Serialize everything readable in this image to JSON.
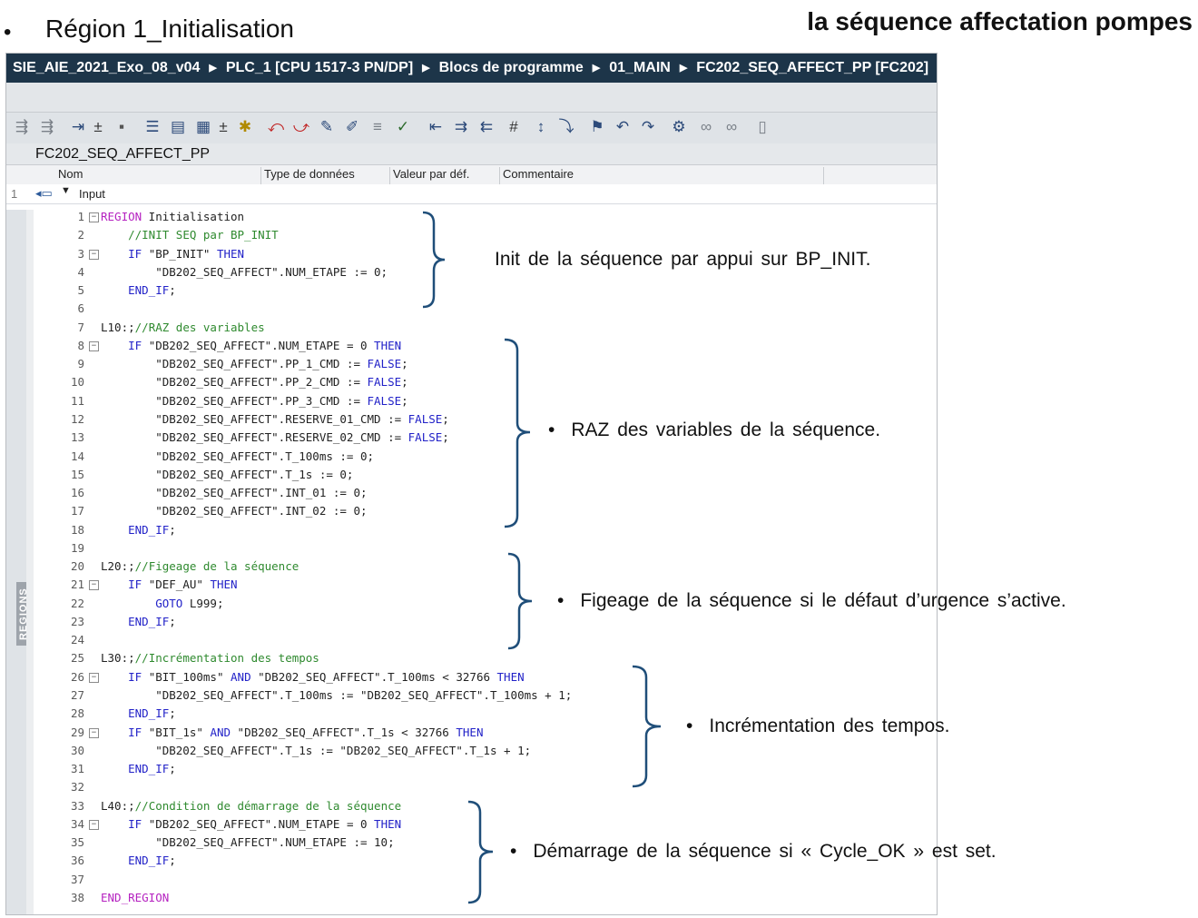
{
  "slide": {
    "bullet": "•",
    "heading": "Région 1_Initialisation",
    "title": "la séquence affectation pompes"
  },
  "breadcrumb": [
    "SIE_AIE_2021_Exo_08_v04",
    "PLC_1 [CPU 1517-3 PN/DP]",
    "Blocs de programme",
    "01_MAIN",
    "FC202_SEQ_AFFECT_PP [FC202]"
  ],
  "block_name": "FC202_SEQ_AFFECT_PP",
  "columns": {
    "name": "Nom",
    "type": "Type de données",
    "default": "Valeur par déf.",
    "comment": "Commentaire"
  },
  "input_row": {
    "index": "1",
    "label": "Input"
  },
  "regions_tab": "REGIONS",
  "code_lines": [
    {
      "n": "1",
      "fold": "−",
      "text": "REGION Initialisation"
    },
    {
      "n": "2",
      "text": "    //INIT SEQ par BP_INIT"
    },
    {
      "n": "3",
      "fold": "−",
      "text": "    IF \"BP_INIT\" THEN"
    },
    {
      "n": "4",
      "text": "        \"DB202_SEQ_AFFECT\".NUM_ETAPE := 0;"
    },
    {
      "n": "5",
      "text": "    END_IF;"
    },
    {
      "n": "6",
      "text": ""
    },
    {
      "n": "7",
      "text": "L10:;//RAZ des variables"
    },
    {
      "n": "8",
      "fold": "−",
      "text": "    IF \"DB202_SEQ_AFFECT\".NUM_ETAPE = 0 THEN"
    },
    {
      "n": "9",
      "text": "        \"DB202_SEQ_AFFECT\".PP_1_CMD := FALSE;"
    },
    {
      "n": "10",
      "text": "        \"DB202_SEQ_AFFECT\".PP_2_CMD := FALSE;"
    },
    {
      "n": "11",
      "text": "        \"DB202_SEQ_AFFECT\".PP_3_CMD := FALSE;"
    },
    {
      "n": "12",
      "text": "        \"DB202_SEQ_AFFECT\".RESERVE_01_CMD := FALSE;"
    },
    {
      "n": "13",
      "text": "        \"DB202_SEQ_AFFECT\".RESERVE_02_CMD := FALSE;"
    },
    {
      "n": "14",
      "text": "        \"DB202_SEQ_AFFECT\".T_100ms := 0;"
    },
    {
      "n": "15",
      "text": "        \"DB202_SEQ_AFFECT\".T_1s := 0;"
    },
    {
      "n": "16",
      "text": "        \"DB202_SEQ_AFFECT\".INT_01 := 0;"
    },
    {
      "n": "17",
      "text": "        \"DB202_SEQ_AFFECT\".INT_02 := 0;"
    },
    {
      "n": "18",
      "text": "    END_IF;"
    },
    {
      "n": "19",
      "text": ""
    },
    {
      "n": "20",
      "text": "L20:;//Figeage de la séquence"
    },
    {
      "n": "21",
      "fold": "−",
      "text": "    IF \"DEF_AU\" THEN"
    },
    {
      "n": "22",
      "text": "        GOTO L999;"
    },
    {
      "n": "23",
      "text": "    END_IF;"
    },
    {
      "n": "24",
      "text": ""
    },
    {
      "n": "25",
      "text": "L30:;//Incrémentation des tempos"
    },
    {
      "n": "26",
      "fold": "−",
      "text": "    IF \"BIT_100ms\" AND \"DB202_SEQ_AFFECT\".T_100ms < 32766 THEN"
    },
    {
      "n": "27",
      "text": "        \"DB202_SEQ_AFFECT\".T_100ms := \"DB202_SEQ_AFFECT\".T_100ms + 1;"
    },
    {
      "n": "28",
      "text": "    END_IF;"
    },
    {
      "n": "29",
      "fold": "−",
      "text": "    IF \"BIT_1s\" AND \"DB202_SEQ_AFFECT\".T_1s < 32766 THEN"
    },
    {
      "n": "30",
      "text": "        \"DB202_SEQ_AFFECT\".T_1s := \"DB202_SEQ_AFFECT\".T_1s + 1;"
    },
    {
      "n": "31",
      "text": "    END_IF;"
    },
    {
      "n": "32",
      "text": ""
    },
    {
      "n": "33",
      "text": "L40:;//Condition de démarrage de la séquence"
    },
    {
      "n": "34",
      "fold": "−",
      "text": "    IF \"DB202_SEQ_AFFECT\".NUM_ETAPE = 0 THEN"
    },
    {
      "n": "35",
      "text": "        \"DB202_SEQ_AFFECT\".NUM_ETAPE := 10;"
    },
    {
      "n": "36",
      "text": "    END_IF;"
    },
    {
      "n": "37",
      "text": ""
    },
    {
      "n": "38",
      "text": "END_REGION"
    }
  ],
  "annotations": [
    {
      "bullet": "",
      "text": "Init de la séquence par appui sur BP_INIT."
    },
    {
      "bullet": "•",
      "text": "RAZ des variables de la séquence."
    },
    {
      "bullet": "•",
      "text": "Figeage de la séquence si le défaut d’urgence s’active."
    },
    {
      "bullet": "•",
      "text": "Incrémentation des tempos."
    },
    {
      "bullet": "•",
      "text": "Démarrage de la séquence si « Cycle_OK » est set."
    }
  ],
  "colors": {
    "breadcrumb_bg": "#1d3549",
    "brace": "#1f4e79",
    "keyword": "#2222c8",
    "comment": "#2f8a2f",
    "region": "#b522c0"
  }
}
